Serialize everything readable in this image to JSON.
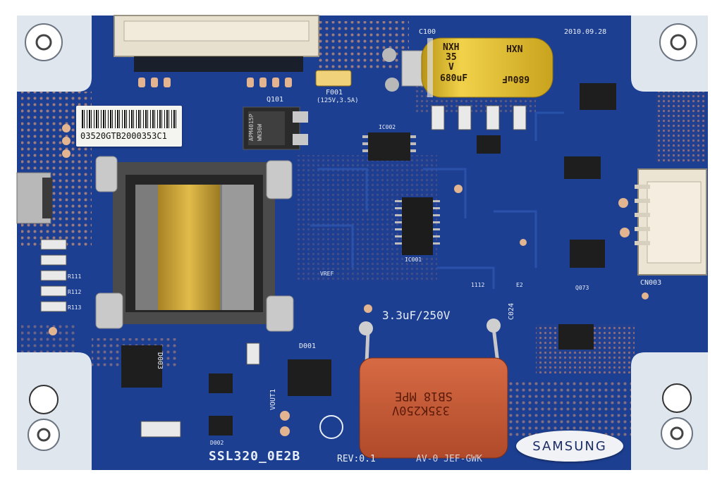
{
  "photo": {
    "subject": "LED driver circuit board",
    "colors": {
      "pcb": "#1d3f92",
      "copper_pad": "#e2b48f",
      "corner_mask": "#dfe6ee",
      "capacitor_film": "#c75a36",
      "electrolytic": "#e8c12a"
    }
  },
  "board": {
    "model": "SSL320_0E2B",
    "revision": "REV:0.1",
    "date": "2010.09.28",
    "extra": "AV-0  JEF-GWK"
  },
  "sticker": {
    "barcode_text": "03520GTB2000353C1"
  },
  "brand": {
    "badge_text": "SAMSUNG"
  },
  "labels": {
    "capacitor_rating": "3.3uF/250V",
    "c100": "C100",
    "c024": "C024",
    "q101": "Q101",
    "d001": "D001",
    "d003": "D003",
    "d002": "D002",
    "f001": "F001",
    "fuse_rating": "(125V,3.5A)",
    "ic002": "IC002",
    "ic001": "IC001",
    "cn003": "CN003",
    "vout1": "VOUT1",
    "vref": "VREF",
    "q073": "Q073",
    "e2": "E2",
    "n1112": "1112",
    "r111": "R111",
    "r112": "R112",
    "r113": "R113"
  },
  "parts": {
    "electrolytic": {
      "line1": "NXH",
      "line2": "35",
      "line3": "V",
      "line4": "680uF"
    },
    "film_cap": {
      "line1": "335K250V",
      "line2": "SB18 MPE"
    },
    "mosfet": {
      "line1": "APM4015P",
      "line2": "WN36W"
    }
  }
}
